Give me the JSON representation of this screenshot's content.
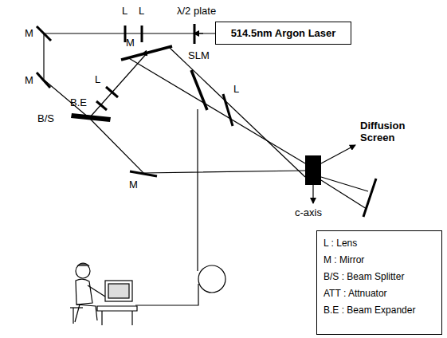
{
  "diagram": {
    "nodes": [
      {
        "text": [
          "514.5nm Argon Laser"
        ]
      },
      {
        "text": [
          "L : Lens",
          "M : Mirror",
          "B/S : Beam Splitter",
          "ATT : Attnuator",
          "B.E : Beam Expander"
        ]
      }
    ],
    "labels": [
      "M",
      "L",
      "L",
      "λ/2 plate",
      "M",
      "L",
      "M",
      "B.E",
      "B/S",
      "SLM",
      "L",
      "c-axis",
      "Diffusion Screen",
      "M"
    ]
  }
}
